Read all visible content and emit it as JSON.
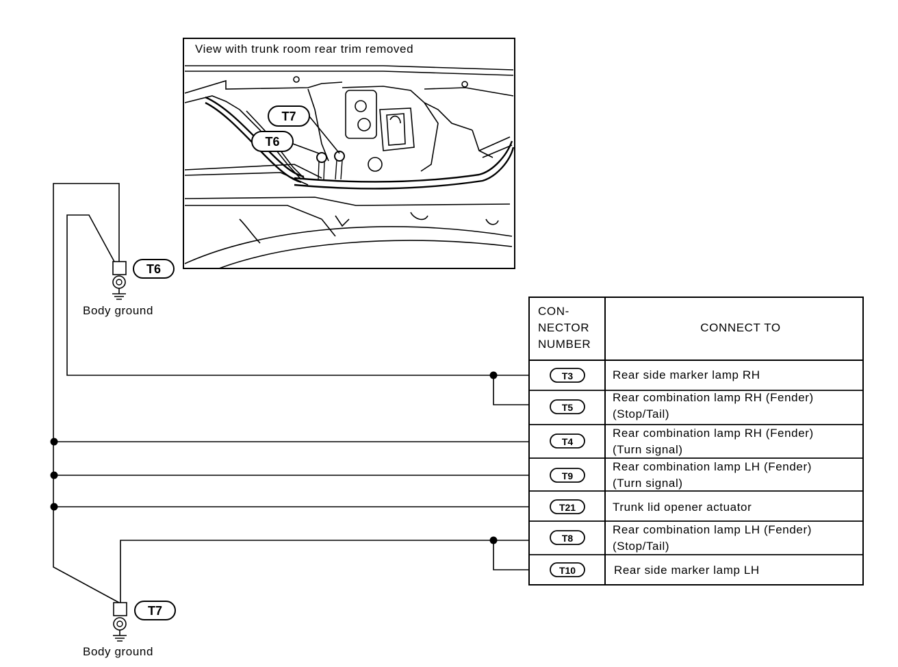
{
  "inset": {
    "caption": "View with trunk room rear trim removed",
    "labels": [
      "T7",
      "T6"
    ]
  },
  "grounds": [
    {
      "connector": "T6",
      "label": "Body ground"
    },
    {
      "connector": "T7",
      "label": "Body ground"
    }
  ],
  "table": {
    "header_left": [
      "CON-",
      "NECTOR",
      "NUMBER"
    ],
    "header_right": "CONNECT TO",
    "rows": [
      {
        "connector": "T3",
        "lines": [
          "Rear side marker lamp RH"
        ]
      },
      {
        "connector": "T5",
        "lines": [
          "Rear combination lamp RH (Fender)",
          "(Stop/Tail)"
        ]
      },
      {
        "connector": "T4",
        "lines": [
          "Rear combination lamp RH (Fender)",
          "(Turn signal)"
        ]
      },
      {
        "connector": "T9",
        "lines": [
          "Rear combination lamp LH (Fender)",
          "(Turn signal)"
        ]
      },
      {
        "connector": "T21",
        "lines": [
          "Trunk lid opener actuator"
        ]
      },
      {
        "connector": "T8",
        "lines": [
          "Rear combination lamp LH (Fender)",
          "(Stop/Tail)"
        ]
      },
      {
        "connector": "T10",
        "lines": [
          "Rear side marker lamp LH"
        ]
      }
    ]
  }
}
